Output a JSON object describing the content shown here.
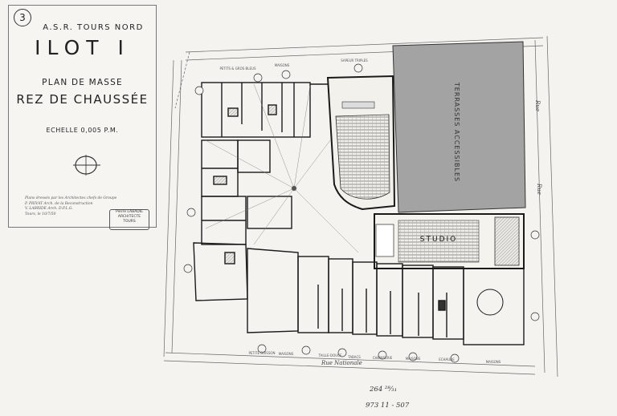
{
  "title_block": {
    "sheet_number": "3",
    "project": "A.S.R.   TOURS NORD",
    "block_name": "ILOT I",
    "drawing_type": "PLAN DE MASSE",
    "level": "REZ DE CHAUSSÉE",
    "scale": "ECHELLE 0,005 P.M.",
    "credits": [
      "Plans dressés par les Architectes chefs de Groupe",
      "P. PRIVAT  Arch. de la Reconstruction",
      "V. LABRIDE  Arch. D.P.L.G.",
      "Tours, le  10/7/50"
    ],
    "stamp_lines": [
      "Pierre LABADIE",
      "ARCHITECTE",
      "TOURS"
    ]
  },
  "plan_labels": {
    "cinema_roof": "TERRASSES ACCESSIBLES",
    "studio": "STUDIO",
    "street_south": "Rue Nationale",
    "street_east_1": "Rue",
    "street_east_2": "Rue",
    "south_tags": [
      "PETITE BOISSON",
      "MAISONS",
      "TAILLE-DOUCE",
      "TABACS",
      "CHEMISERIE",
      "MAISONS",
      "ECHAUDE",
      "MAISONS"
    ],
    "north_tags": [
      "PETITS & GROS  BLEUS",
      "MAISONS",
      "SAPEUR  TRIPLES"
    ]
  },
  "annotations": {
    "handwritten": [
      "264  ²⁸⁄₃₁",
      "973  11 - 507"
    ]
  },
  "colors": {
    "paper": "#f4f3ef",
    "ink": "#222222",
    "cinema_roof": "#a3a3a3",
    "wall": "#1a1a1a"
  }
}
